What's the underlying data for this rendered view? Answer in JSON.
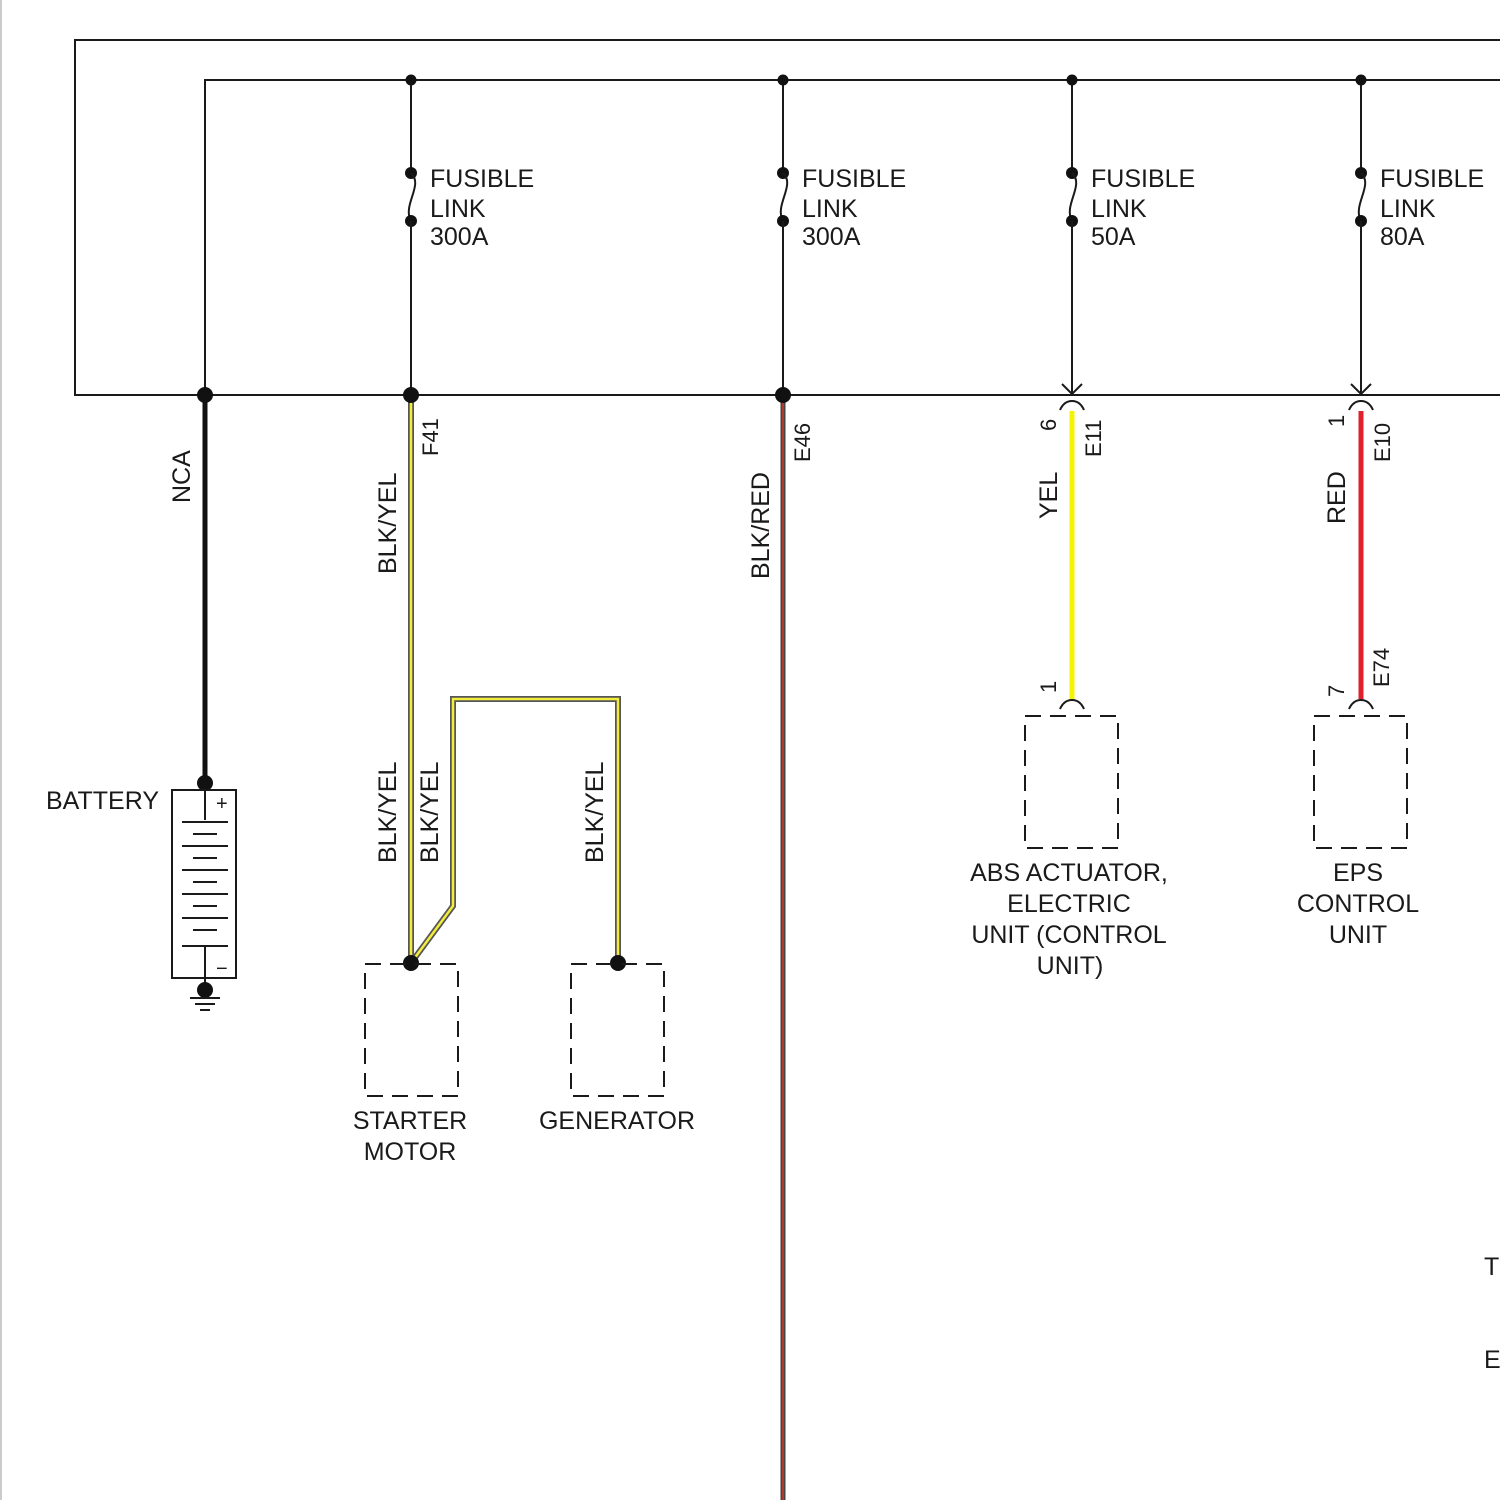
{
  "fuses": [
    {
      "line1": "FUSIBLE",
      "line2": "LINK",
      "rating": "300A"
    },
    {
      "line1": "FUSIBLE",
      "line2": "LINK",
      "rating": "300A"
    },
    {
      "line1": "FUSIBLE",
      "line2": "LINK",
      "rating": "50A"
    },
    {
      "line1": "FUSIBLE",
      "line2": "LINK",
      "rating": "80A"
    }
  ],
  "wires": {
    "battery": "NCA",
    "starter_feed": "BLK/YEL",
    "starter_lower": "BLK/YEL",
    "starter_jumper": "BLK/YEL",
    "generator": "BLK/YEL",
    "e46_wire": "BLK/RED",
    "abs": "YEL",
    "eps": "RED"
  },
  "wire_colors": {
    "NCA": "#111111",
    "BLK/YEL": "#f2ec3a",
    "BLK/YEL_outline": "#555555",
    "BLK/RED": "#b23a2e",
    "YEL": "#f4f400",
    "RED": "#e0202a"
  },
  "connectors": {
    "f41": "F41",
    "e46": "E46",
    "e11": {
      "id": "E11",
      "pin": "6"
    },
    "e10": {
      "id": "E10",
      "pin": "1"
    },
    "abs_pin": "1",
    "e74": {
      "id": "E74",
      "pin": "7"
    }
  },
  "components": {
    "battery": {
      "label": "BATTERY",
      "plus": "+",
      "minus": "−"
    },
    "starter": {
      "line1": "STARTER",
      "line2": "MOTOR"
    },
    "generator": {
      "line1": "GENERATOR"
    },
    "abs": {
      "line1": "ABS ACTUATOR,",
      "line2": "ELECTRIC",
      "line3": "UNIT (CONTROL",
      "line4": "UNIT)"
    },
    "eps": {
      "line1": "EPS",
      "line2": "CONTROL",
      "line3": "UNIT"
    }
  },
  "edge_text": {
    "t": "T",
    "e": "E"
  }
}
